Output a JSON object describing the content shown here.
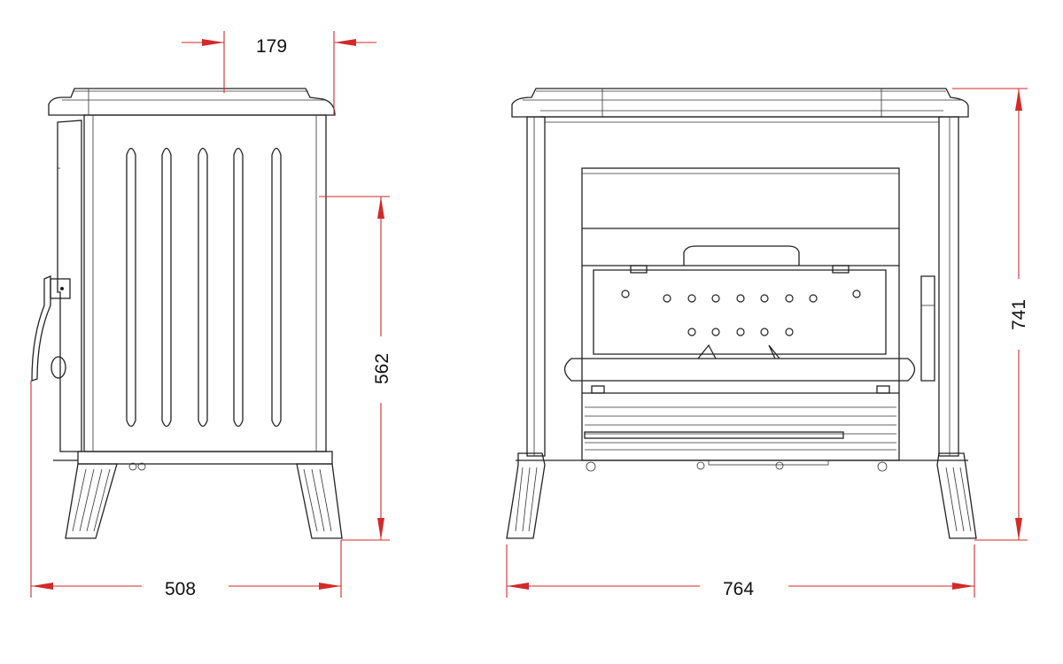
{
  "dimensions": {
    "top_offset": "179",
    "side_height": "562",
    "depth": "508",
    "overall_height": "741",
    "width": "764"
  },
  "colors": {
    "dimension_line": "#d22a2a",
    "drawing_line": "#222222"
  }
}
